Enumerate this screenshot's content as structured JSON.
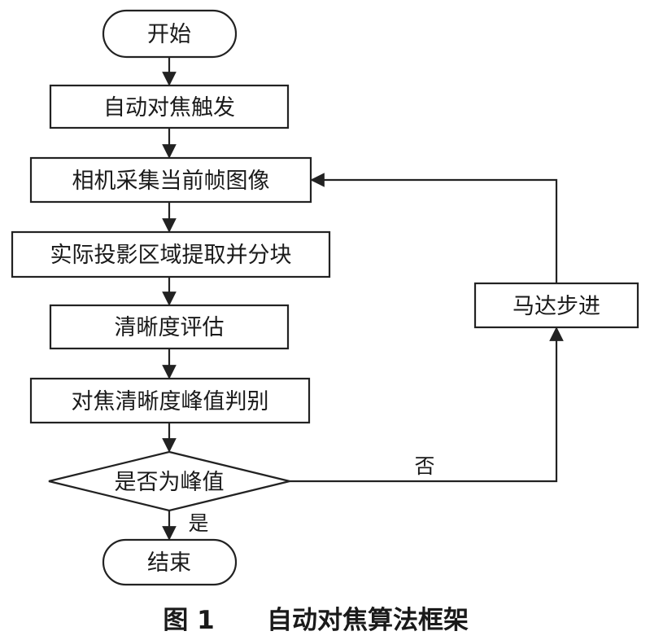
{
  "nodes": {
    "start": "开始",
    "autofocus_trigger": "自动对焦触发",
    "capture_frame": "相机采集当前帧图像",
    "extract_region": "实际投影区域提取并分块",
    "sharpness_eval": "清晰度评估",
    "peak_judge": "对焦清晰度峰值判别",
    "is_peak": "是否为峰值",
    "motor_step": "马达步进",
    "end": "结束"
  },
  "edge_labels": {
    "no": "否",
    "yes": "是"
  },
  "caption": {
    "figure_no": "图 1",
    "title": "自动对焦算法框架"
  }
}
